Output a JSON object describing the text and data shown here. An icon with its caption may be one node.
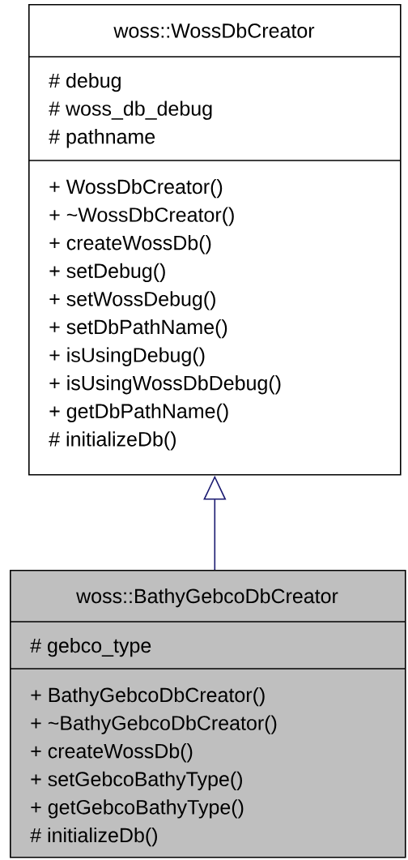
{
  "diagram": {
    "nodes": [
      {
        "text": [
          "woss::WossDbCreator",
          "# debug",
          "# woss_db_debug",
          "# pathname",
          "+ WossDbCreator()",
          "+ ~WossDbCreator()",
          "+ createWossDb()",
          "+ setDebug()",
          "+ setWossDebug()",
          "+ setDbPathName()",
          "+ isUsingDebug()",
          "+ isUsingWossDbDebug()",
          "+ getDbPathName()",
          "# initializeDb()"
        ]
      },
      {
        "text": [
          "woss::BathyGebcoDbCreator",
          "# gebco_type",
          "+ BathyGebcoDbCreator()",
          "+ ~BathyGebcoDbCreator()",
          "+ createWossDb()",
          "+ setGebcoBathyType()",
          "+ getGebcoBathyType()",
          "# initializeDb()"
        ]
      }
    ],
    "edges": [
      {
        "from": 1,
        "to": 0,
        "arrow": "to",
        "color": "#191970"
      }
    ]
  }
}
